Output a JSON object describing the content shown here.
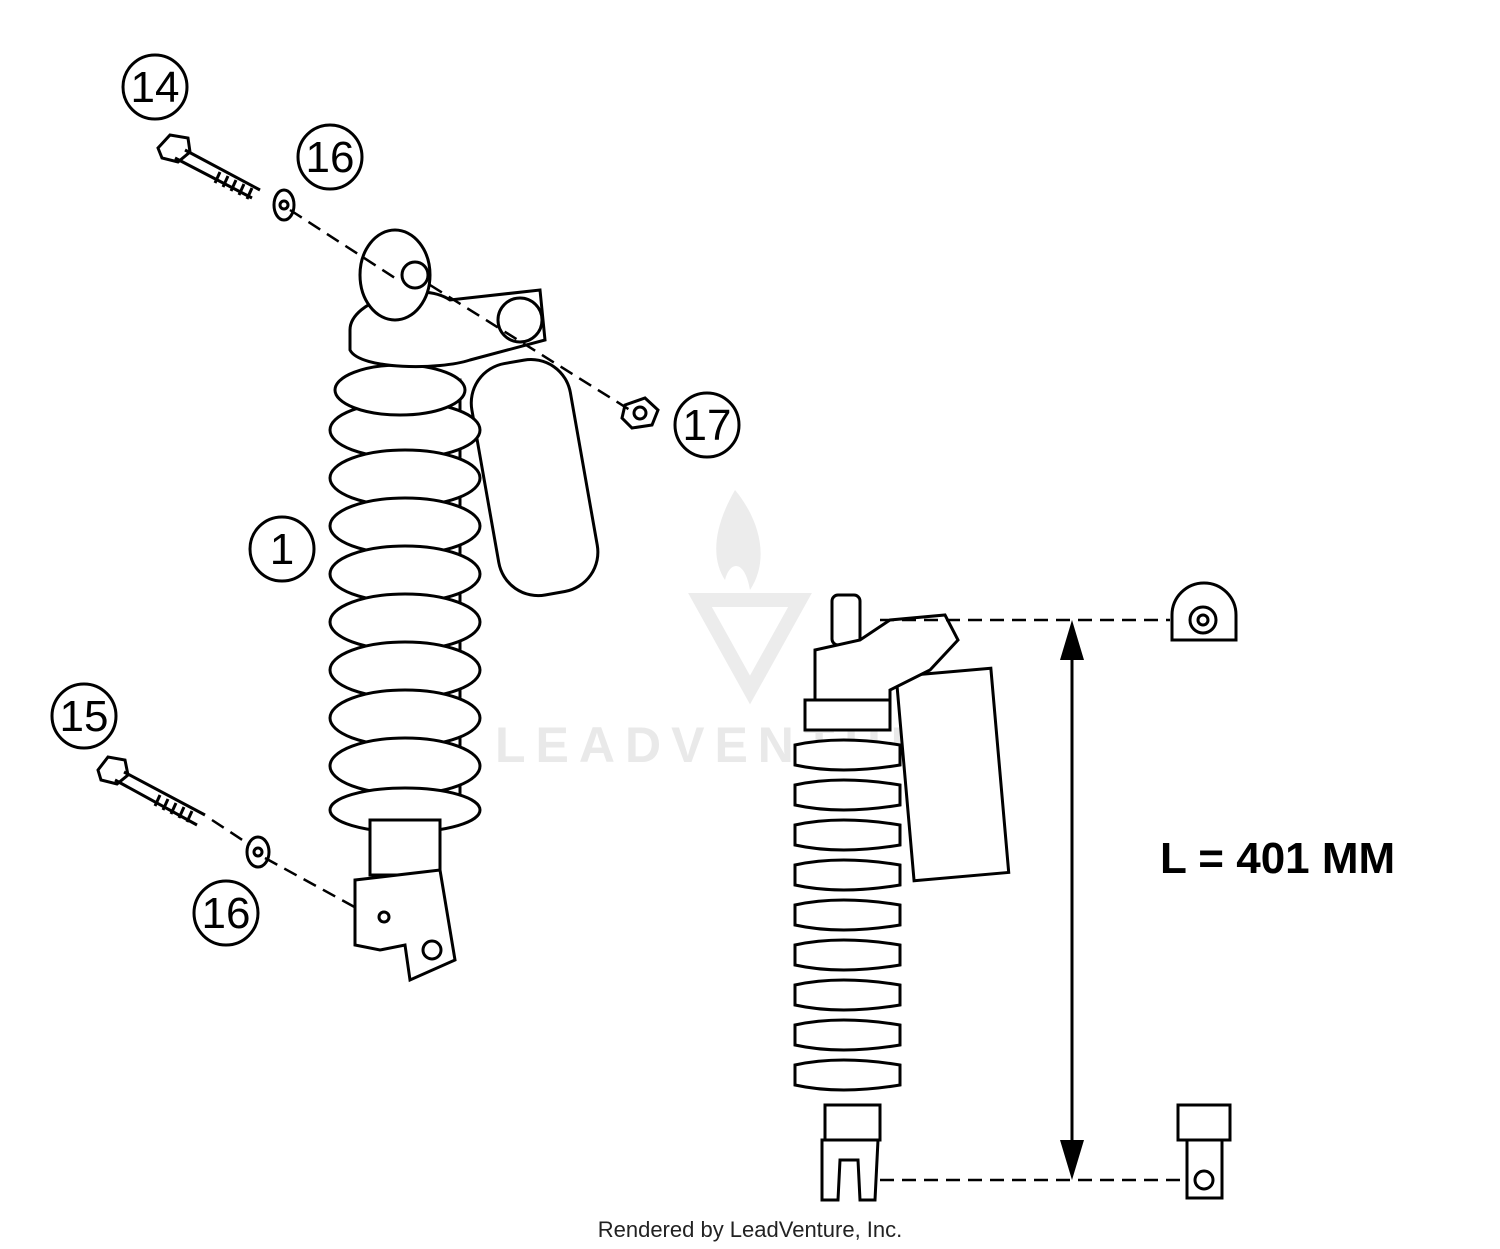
{
  "callouts": {
    "c14": "14",
    "c16_top": "16",
    "c17": "17",
    "c1": "1",
    "c15": "15",
    "c16_bottom": "16"
  },
  "dimension_label": "L = 401 MM",
  "watermark": "LEADVENTURE",
  "footer": "Rendered by LeadVenture, Inc.",
  "colors": {
    "line": "#000000",
    "background": "#ffffff",
    "watermark": "#e9e9e9"
  }
}
